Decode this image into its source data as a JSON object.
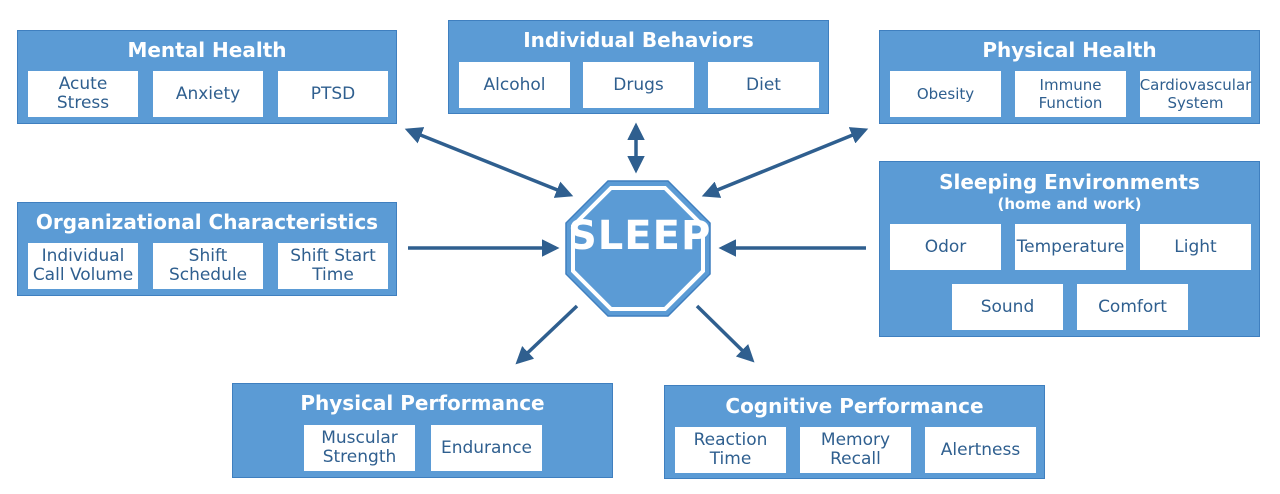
{
  "center": {
    "label": "SLEEP"
  },
  "mental_health": {
    "title": "Mental Health",
    "items": [
      "Acute Stress",
      "Anxiety",
      "PTSD"
    ]
  },
  "individual_behaviors": {
    "title": "Individual Behaviors",
    "items": [
      "Alcohol",
      "Drugs",
      "Diet"
    ]
  },
  "physical_health": {
    "title": "Physical Health",
    "items": [
      "Obesity",
      "Immune\nFunction",
      "Cardiovascular\nSystem"
    ]
  },
  "organizational_characteristics": {
    "title": "Organizational Characteristics",
    "items": [
      "Individual\nCall Volume",
      "Shift\nSchedule",
      "Shift Start\nTime"
    ]
  },
  "sleeping_environments": {
    "title": "Sleeping Environments",
    "subtitle": "(home and work)",
    "items": [
      "Odor",
      "Temperature",
      "Light",
      "Sound",
      "Comfort"
    ]
  },
  "physical_performance": {
    "title": "Physical Performance",
    "items": [
      "Muscular\nStrength",
      "Endurance"
    ]
  },
  "cognitive_performance": {
    "title": "Cognitive Performance",
    "items": [
      "Reaction\nTime",
      "Memory\nRecall",
      "Alertness"
    ]
  },
  "colors": {
    "panel": "#5b9bd5",
    "arrow": "#2f5f8f",
    "text_dark": "#2f5f8f",
    "text_light": "#ffffff"
  }
}
